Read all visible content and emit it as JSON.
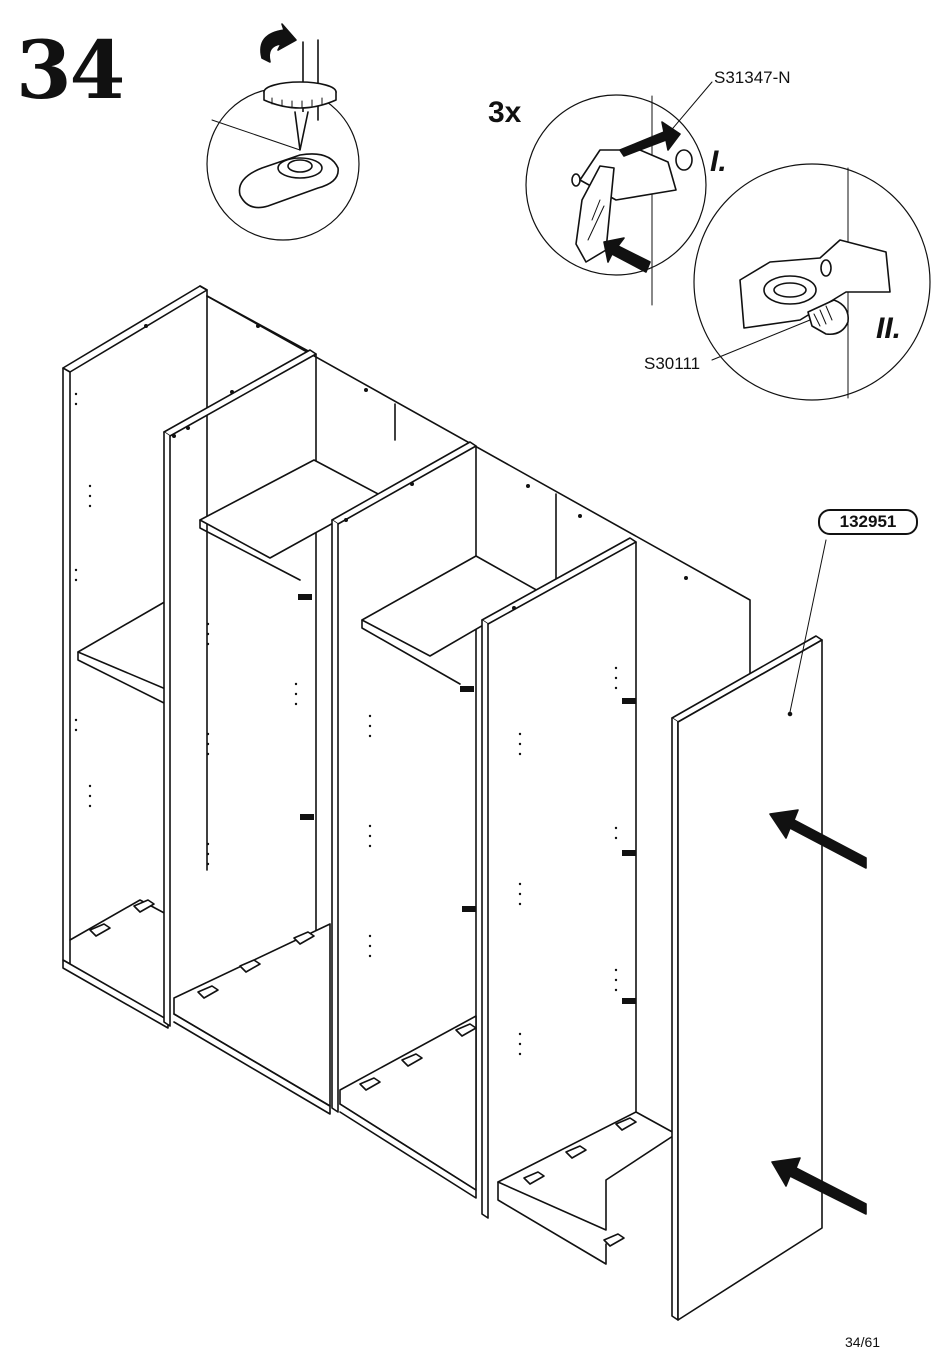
{
  "step": {
    "number": "34"
  },
  "quantity": {
    "label": "3x"
  },
  "parts": {
    "connector_top": "S31347-N",
    "screw_bottom": "S30111",
    "panel": "132951"
  },
  "substeps": {
    "first": "I.",
    "second": "II."
  },
  "footer": {
    "page": "34/61"
  },
  "colors": {
    "line": "#111111",
    "background": "#ffffff"
  }
}
